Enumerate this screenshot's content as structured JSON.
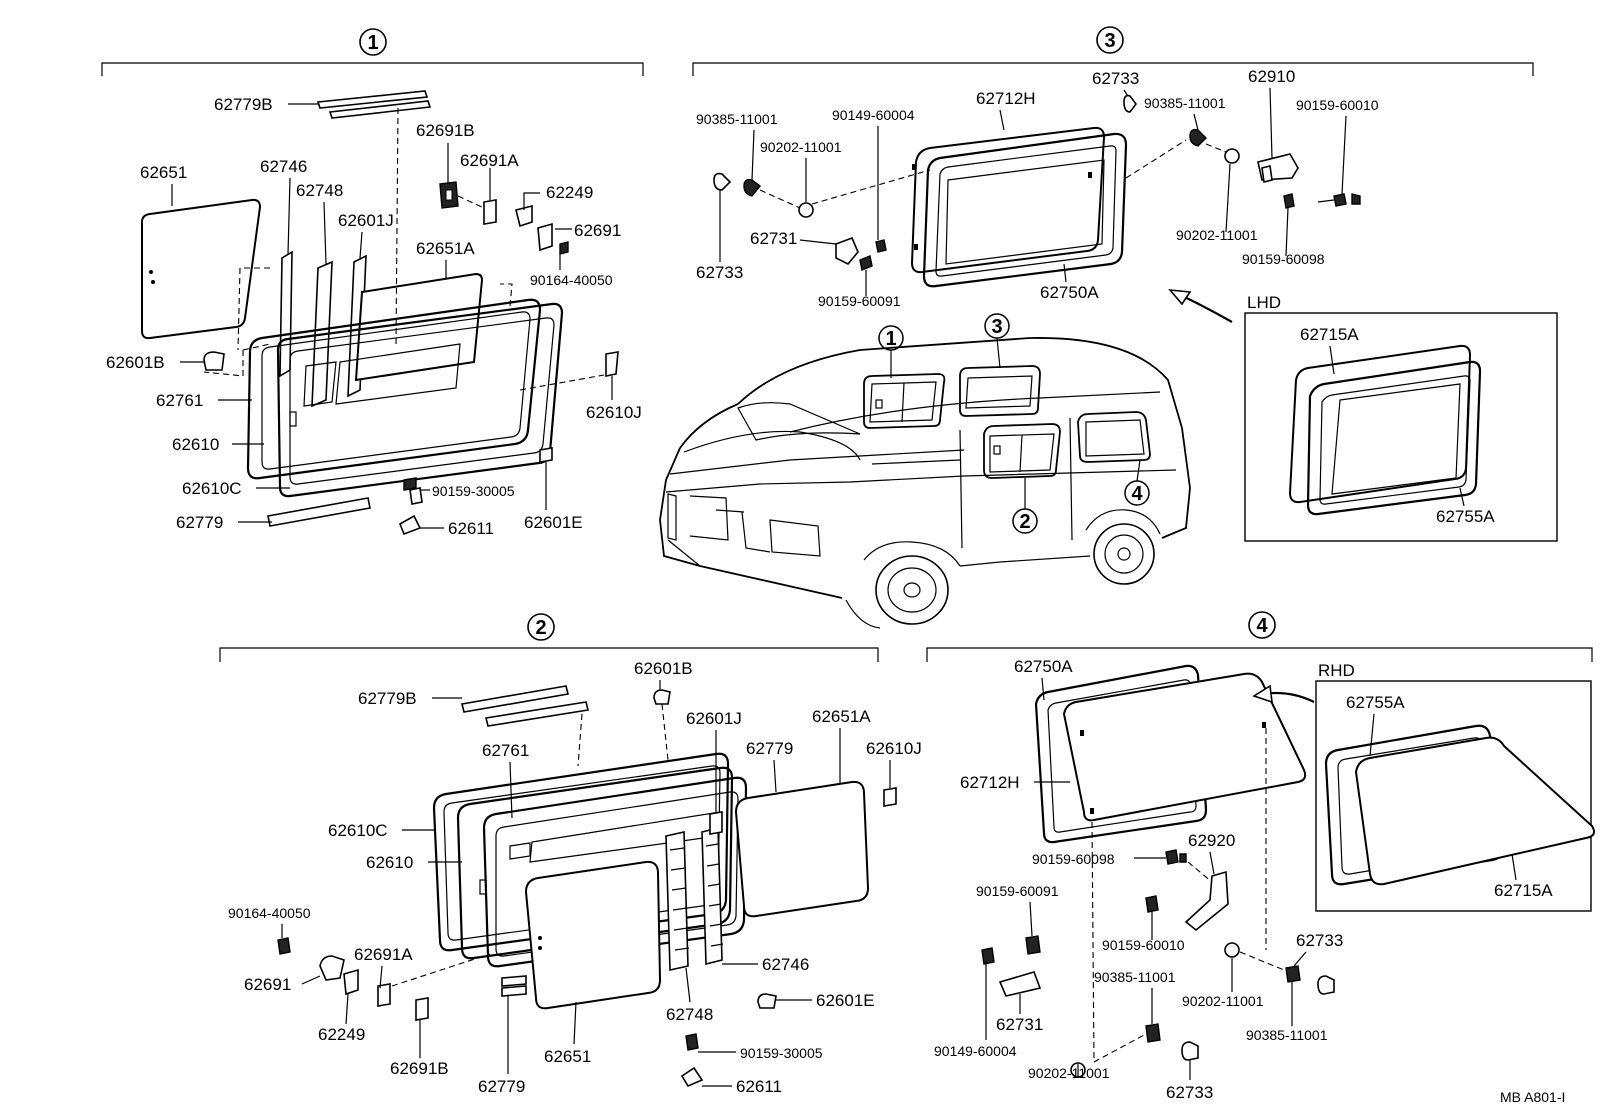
{
  "groups": {
    "g1": "1",
    "g2": "2",
    "g3": "3",
    "g4": "4"
  },
  "car_marks": {
    "c1": "1",
    "c2": "2",
    "c3": "3",
    "c4": "4"
  },
  "section_labels": {
    "lhd": "LHD",
    "rhd": "RHD"
  },
  "footer": "MB  A801-I",
  "labels1": {
    "p62779B": "62779B",
    "p62691B": "62691B",
    "p62691A": "62691A",
    "p62249": "62249",
    "p62691": "62691",
    "p90164": "90164-40050",
    "p62651": "62651",
    "p62746": "62746",
    "p62748": "62748",
    "p62601J": "62601J",
    "p62651A": "62651A",
    "p62601B": "62601B",
    "p62761": "62761",
    "p62610J": "62610J",
    "p62610": "62610",
    "p62610C": "62610C",
    "p90159_30005": "90159-30005",
    "p62779": "62779",
    "p62601E": "62601E",
    "p62611": "62611"
  },
  "labels3": {
    "p90385a": "90385-11001",
    "p90149": "90149-60004",
    "p62712H": "62712H",
    "p62733a": "62733",
    "p90385b": "90385-11001",
    "p62910": "62910",
    "p90159_60010": "90159-60010",
    "p90202a": "90202-11001",
    "p62731": "62731",
    "p62733b": "62733",
    "p90159_60091": "90159-60091",
    "p62750A": "62750A",
    "p90202b": "90202-11001",
    "p90159_60098": "90159-60098",
    "p62715A": "62715A",
    "p62755A": "62755A"
  },
  "labels2": {
    "p62601B": "62601B",
    "p62779B": "62779B",
    "p62601J": "62601J",
    "p62651A": "62651A",
    "p62761": "62761",
    "p62779a": "62779",
    "p62610J": "62610J",
    "p62610C": "62610C",
    "p62610": "62610",
    "p90164": "90164-40050",
    "p62691A": "62691A",
    "p62691": "62691",
    "p62249": "62249",
    "p62691B": "62691B",
    "p62746": "62746",
    "p62748": "62748",
    "p62601E": "62601E",
    "p62651": "62651",
    "p90159_30005": "90159-30005",
    "p62779b": "62779",
    "p62611": "62611"
  },
  "labels4": {
    "p62750A": "62750A",
    "p62712H": "62712H",
    "p62920": "62920",
    "p90159_60098": "90159-60098",
    "p90159_60091": "90159-60091",
    "p90159_60010": "90159-60010",
    "p62733a": "62733",
    "p90385a": "90385-11001",
    "p90202a": "90202-11001",
    "p62731": "62731",
    "p90385b": "90385-11001",
    "p90149": "90149-60004",
    "p90202b": "90202-11001",
    "p62733b": "62733",
    "p62755A": "62755A",
    "p62715A": "62715A"
  }
}
